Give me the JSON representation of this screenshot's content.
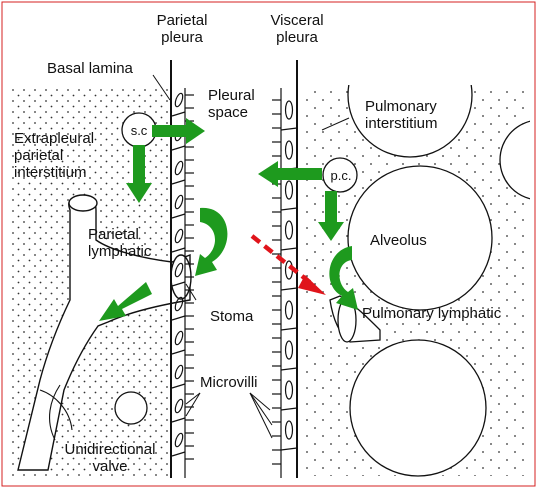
{
  "diagram": {
    "labels": {
      "parietal_pleura": "Parietal\npleura",
      "visceral_pleura": "Visceral\npleura",
      "basal_lamina": "Basal lamina",
      "pleural_space": "Pleural\nspace",
      "pulmonary_interstitium": "Pulmonary\ninterstitium",
      "extrapleural_interstitium": "Extrapleural\nparietal\ninterstitium",
      "parietal_lymphatic": "Parietal\nlymphatic",
      "alveolus": "Alveolus",
      "stoma": "Stoma",
      "pulmonary_lymphatic": "Pulmonary lymphatic",
      "microvilli": "Microvilli",
      "unidirectional_valve": "Unidirectional\nvalve",
      "systemic_capillary": "s.c",
      "pulmonary_capillary": "p.c."
    },
    "colors": {
      "flow_arrow": "#1e9a1e",
      "blocked_arrow": "#e0141b",
      "line": "#111111",
      "frame": "#d42020"
    }
  }
}
